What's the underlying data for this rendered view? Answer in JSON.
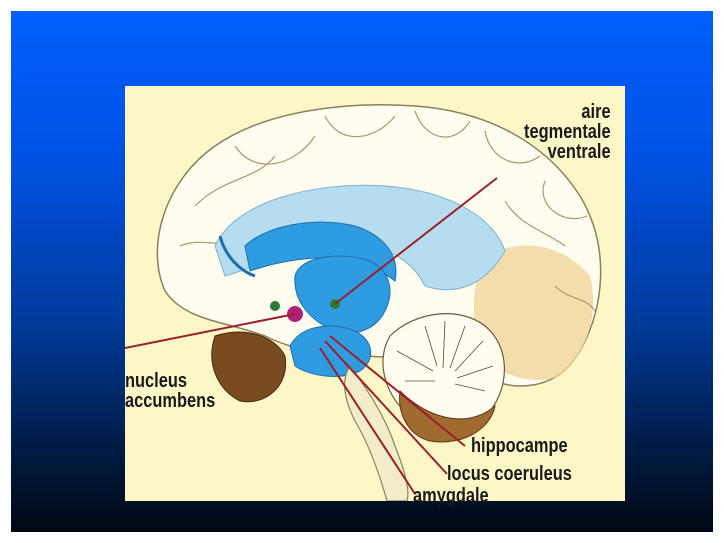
{
  "labels": {
    "vta": [
      "aire",
      "tegmentale",
      "ventrale"
    ],
    "nucleus": [
      "nucleus",
      "accumbens"
    ],
    "hippocampe": "hippocampe",
    "locus": "locus coeruleus",
    "amygdale": "amygdale"
  },
  "colors": {
    "background_top": "#0060ff",
    "background_bottom": "#000814",
    "figure_bg": "#fdf6c6",
    "pointer_line": "#9a1f2b",
    "limbic_blue": "#2f9be0",
    "corpus_callosum_blue": "#b6dcf0"
  }
}
